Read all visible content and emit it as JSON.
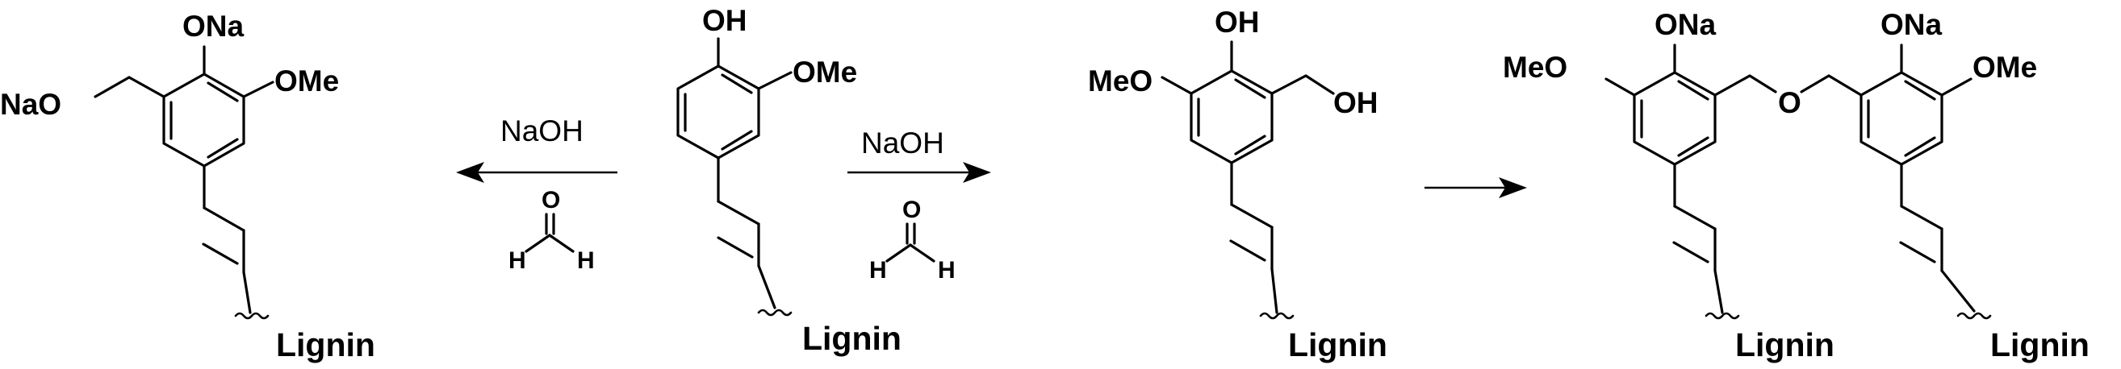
{
  "labels": {
    "ona": "ONa",
    "oh": "OH",
    "ome": "OMe",
    "meo": "MeO",
    "nao": "NaO",
    "o": "O",
    "h": "H",
    "lignin": "Lignin"
  },
  "reagents": {
    "naoh": "NaOH"
  }
}
